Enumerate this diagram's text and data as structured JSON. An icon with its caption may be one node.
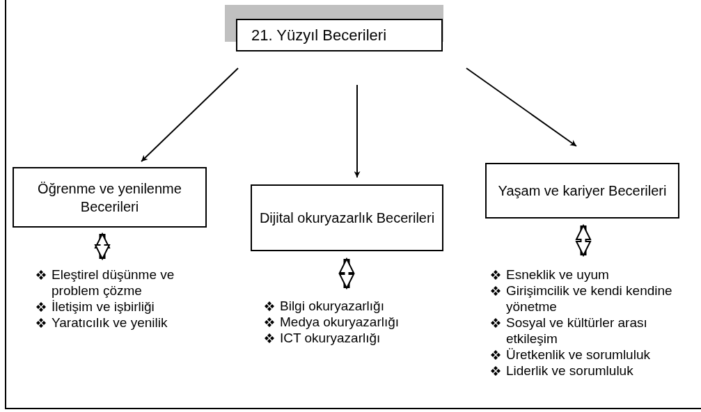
{
  "diagram": {
    "nodes": [
      {
        "text": [
          "21. Yüzyıl Becerileri"
        ]
      },
      {
        "text": [
          "Öğrenme ve yenilenme Becerileri"
        ]
      },
      {
        "text": [
          "Dijital okuryazarlık Becerileri"
        ]
      },
      {
        "text": [
          "Yaşam ve kariyer Becerileri"
        ]
      },
      {
        "text": [
          "Eleştirel düşünme ve problem çözme",
          "İletişim ve işbirliği",
          "Yaratıcılık ve yenilik"
        ]
      },
      {
        "text": [
          "Bilgi okuryazarlığı",
          "Medya okuryazarlığı",
          "ICT okuryazarlığı"
        ]
      },
      {
        "text": [
          "Esneklik ve uyum",
          "Girişimcilik ve kendi kendine yönetme",
          "Sosyal ve kültürler arası etkileşim",
          "Üretkenlik ve sorumluluk",
          "Liderlik ve sorumluluk"
        ]
      }
    ],
    "edges": [
      {
        "from": 0,
        "to": 1,
        "arrow": "to"
      },
      {
        "from": 0,
        "to": 2,
        "arrow": "to"
      },
      {
        "from": 0,
        "to": 3,
        "arrow": "to"
      },
      {
        "from": 1,
        "to": 4,
        "arrow": "both",
        "style": "thick"
      },
      {
        "from": 2,
        "to": 5,
        "arrow": "both",
        "style": "thick"
      },
      {
        "from": 3,
        "to": 6,
        "arrow": "both",
        "style": "thick"
      }
    ]
  }
}
